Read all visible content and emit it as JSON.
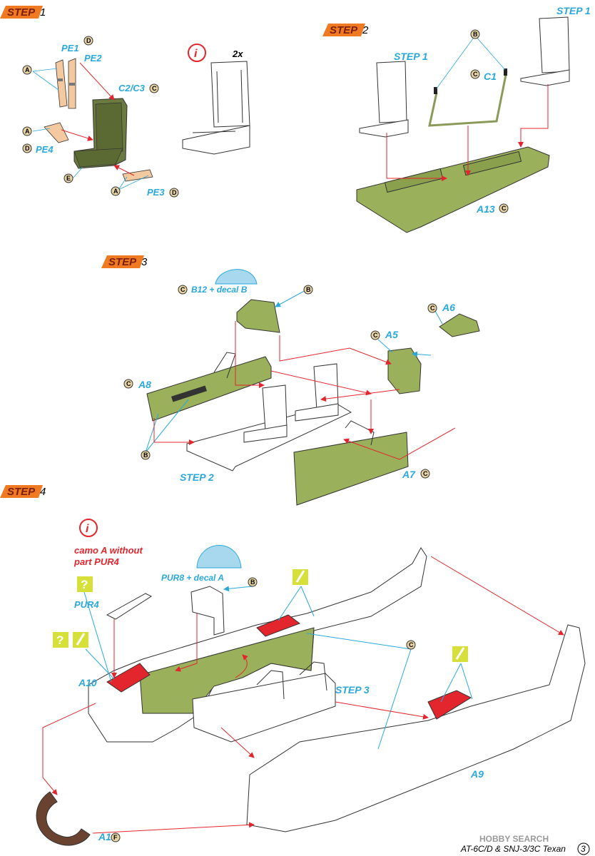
{
  "steps": [
    {
      "id": "step1",
      "banner": "STEP",
      "num": "1"
    },
    {
      "id": "step2",
      "banner": "STEP",
      "num": "2"
    },
    {
      "id": "step3",
      "banner": "STEP",
      "num": "3"
    },
    {
      "id": "step4",
      "banner": "STEP",
      "num": "4"
    }
  ],
  "step1": {
    "pe1": "PE1",
    "pe2": "PE2",
    "c2c3": "C2/C3",
    "pe4": "PE4",
    "pe3": "PE3",
    "qty": "2x",
    "colors": {
      "d1": "D",
      "a1": "A",
      "a2": "A",
      "d2": "D",
      "c1": "C",
      "e1": "E",
      "a3": "A",
      "d3": "D"
    }
  },
  "step2": {
    "step1a": "STEP 1",
    "step1b": "STEP 1",
    "c1": "C1",
    "a13": "A13",
    "colors": {
      "b": "B",
      "c1": "C",
      "c2": "C"
    }
  },
  "step3": {
    "b12": "B12 + decal B",
    "a6": "A6",
    "a5": "A5",
    "a8": "A8",
    "step2": "STEP 2",
    "a7": "A7",
    "colors": {
      "c1": "C",
      "b1": "B",
      "c2": "C",
      "c3": "C",
      "c4": "C",
      "b2": "B",
      "c5": "C"
    }
  },
  "step4": {
    "camo_line1": "camo A without",
    "camo_line2": "part PUR4",
    "pur8": "PUR8 + decal A",
    "pur4": "PUR4",
    "a10": "A10",
    "step3": "STEP 3",
    "a9": "A9",
    "a1": "A1",
    "colors": {
      "b": "B",
      "c": "C",
      "f": "F"
    }
  },
  "footer": {
    "model": "AT-6C/D & SNJ-3/3C Texan",
    "page": "3",
    "watermark": "HOBBY SEARCH"
  }
}
